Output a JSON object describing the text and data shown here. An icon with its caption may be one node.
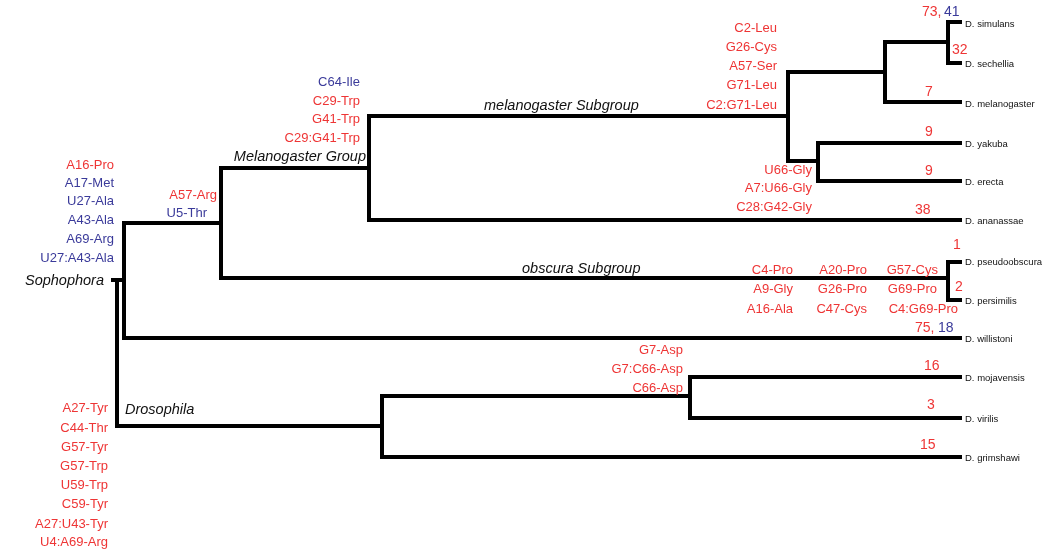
{
  "diagram": {
    "labels": [
      "73,",
      "41",
      "D. simulans",
      "C2-Leu",
      "G26-Cys",
      "32",
      "A57-Ser",
      "D. sechellia",
      "C64-Ile",
      "G71-Leu",
      "C29-Trp",
      "melanogaster Subgroup",
      "C2:G71-Leu",
      "7",
      "D. melanogaster",
      "G41-Trp",
      "C29:G41-Trp",
      "9",
      "D. yakuba",
      "A16-Pro",
      "Melanogaster Group",
      "U66-Gly",
      "9",
      "A17-Met",
      "A7:U66-Gly",
      "D. erecta",
      "U27-Ala",
      "A57-Arg",
      "C28:G42-Gly",
      "38",
      "A43-Ala",
      "U5-Thr",
      "D. ananassae",
      "A69-Arg",
      "1",
      "U27:A43-Ala",
      "D. pseudoobscura",
      "obscura Subgroup",
      "C4-Pro",
      "A20-Pro",
      "G57-Cys",
      "Sophophora",
      "A9-Gly",
      "G26-Pro",
      "G69-Pro",
      "2",
      "D. persimilis",
      "A16-Ala",
      "C47-Cys",
      "C4:G69-Pro",
      "75,",
      "18",
      "D. willistoni",
      "G7-Asp",
      "G7:C66-Asp",
      "16",
      "D. mojavensis",
      "C66-Asp",
      "A27-Tyr",
      "Drosophila",
      "3",
      "D. virilis",
      "C44-Thr",
      "G57-Tyr",
      "15",
      "D. grimshawi",
      "G57-Trp",
      "U59-Trp",
      "C59-Tyr",
      "A27:U43-Tyr",
      "U4:A69-Arg"
    ]
  }
}
